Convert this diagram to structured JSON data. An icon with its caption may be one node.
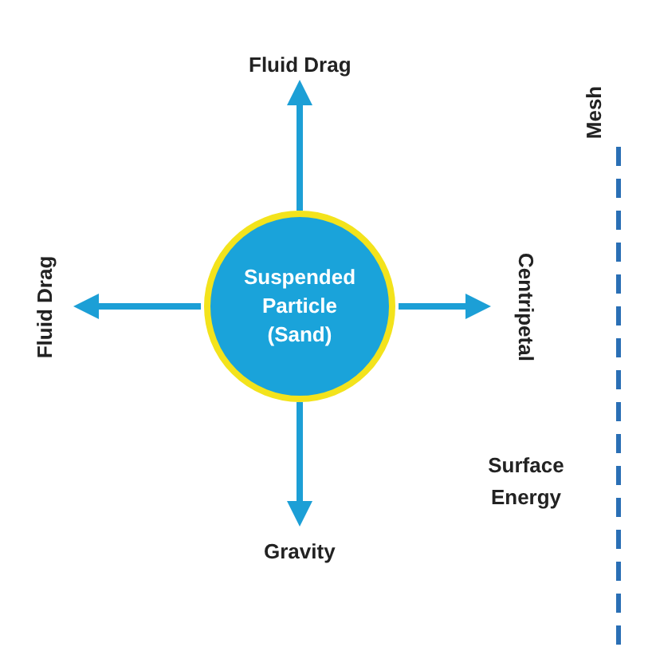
{
  "diagram": {
    "nodes": [
      {
        "text": [
          "Suspended Particle (Sand)"
        ]
      }
    ],
    "labels": [
      "Fluid Drag",
      "Mesh",
      "Fluid Drag",
      "Centripetal",
      "Surface Energy",
      "Gravity"
    ]
  }
}
